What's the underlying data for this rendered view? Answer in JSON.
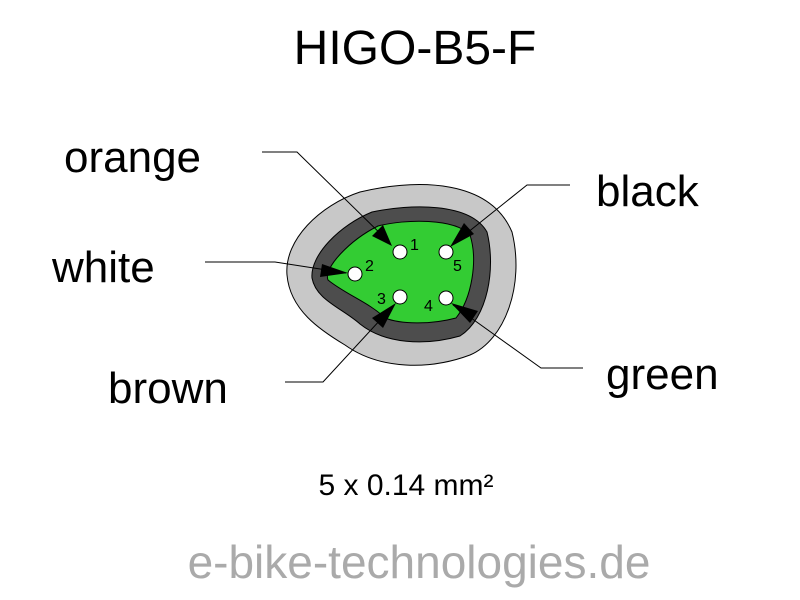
{
  "title": "HIGO-B5-F",
  "spec": "5 x 0.14 mm²",
  "footer": "e-bike-technologies.de",
  "colors": {
    "outer_sheath": "#c8c8c8",
    "inner_sheath": "#4d4d4d",
    "contact_face": "#33cc33",
    "pin": "#ffffff",
    "footer_text": "#aaaaaa"
  },
  "pins": [
    {
      "number": "1",
      "wire_color": "orange"
    },
    {
      "number": "2",
      "wire_color": "white"
    },
    {
      "number": "3",
      "wire_color": "brown"
    },
    {
      "number": "4",
      "wire_color": "green"
    },
    {
      "number": "5",
      "wire_color": "black"
    }
  ]
}
